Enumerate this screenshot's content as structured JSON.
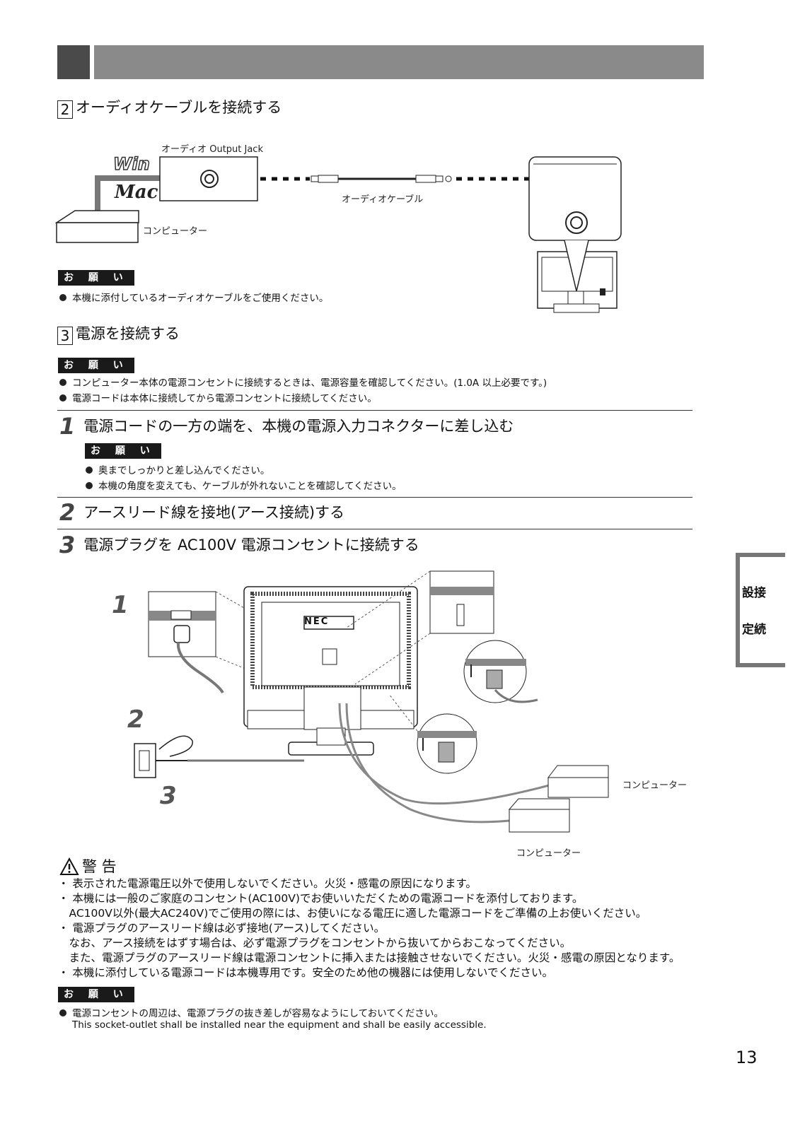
{
  "section2": {
    "num": "2",
    "title": "オーディオケーブルを接続する",
    "diagram": {
      "jack_label": "オーディオ Output Jack",
      "cable_label": "オーディオケーブル",
      "computer_label": "コンピューター"
    },
    "notice_label": "お 願 い",
    "notices": [
      "本機に添付しているオーディオケーブルをご使用ください。"
    ]
  },
  "section3": {
    "num": "3",
    "title": "電源を接続する",
    "notice_label": "お 願 い",
    "notices": [
      "コンピューター本体の電源コンセントに接続するときは、電源容量を確認してください。(1.0A 以上必要です。)",
      "電源コードは本体に接続してから電源コンセントに接続してください。"
    ],
    "steps": [
      {
        "num": "1",
        "text": "電源コードの一方の端を、本機の電源入力コネクターに差し込む"
      },
      {
        "num": "2",
        "text": "アースリード線を接地(アース接続)する"
      },
      {
        "num": "3",
        "text": "電源プラグを AC100V 電源コンセントに接続する"
      }
    ],
    "step1_notice_label": "お 願 い",
    "step1_notices": [
      "奥までしっかりと差し込んでください。",
      "本機の角度を変えても、ケーブルが外れないことを確認してください。"
    ],
    "diagram": {
      "brand": "NEC",
      "callouts": [
        "1",
        "2",
        "3"
      ],
      "computer_label_1": "コンピューター",
      "computer_label_2": "コンピューター"
    }
  },
  "warning": {
    "title": "警 告",
    "lines": [
      "・ 表示された電源電圧以外で使用しないでください。火災・感電の原因になります。",
      "・ 本機には一般のご家庭のコンセント(AC100V)でお使いいただくための電源コードを添付しております。",
      "　AC100V以外(最大AC240V)でご使用の際には、お使いになる電圧に適した電源コードをご準備の上お使いください。",
      "・ 電源プラグのアースリード線は必ず接地(アース)してください。",
      "　なお、アース接続をはずす場合は、必ず電源プラグをコンセントから抜いてからおこなってください。",
      "　また、電源プラグのアースリード線は電源コンセントに挿入または接触させないでください。火災・感電の原因となります。",
      "・ 本機に添付している電源コードは本機専用です。安全のため他の機器には使用しないでください。"
    ]
  },
  "final_notice": {
    "label": "お 願 い",
    "line1": "電源コンセントの周辺は、電源プラグの抜き差しが容易なようにしておいてください。",
    "line2": "This socket-outlet shall be installed near the equipment and shall be easily accessible."
  },
  "side_tab": {
    "line1": "設接",
    "line2": "定続"
  },
  "page_number": "13"
}
